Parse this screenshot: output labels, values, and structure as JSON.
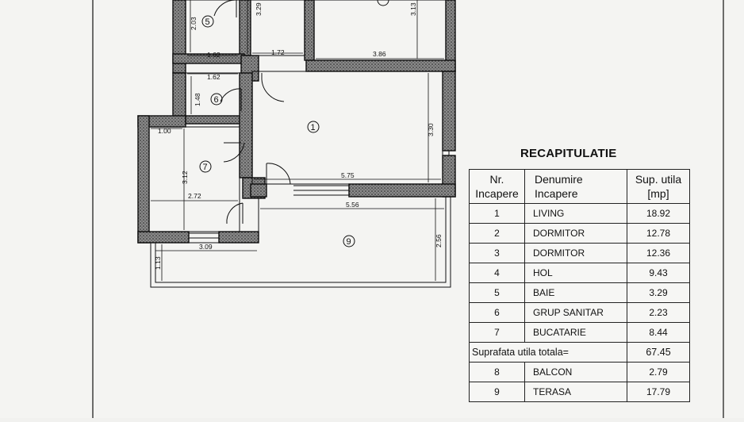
{
  "plan": {
    "rooms": [
      {
        "id": "1",
        "label": "1"
      },
      {
        "id": "5",
        "label": "5"
      },
      {
        "id": "6",
        "label": "6"
      },
      {
        "id": "7",
        "label": "7"
      },
      {
        "id": "9",
        "label": "9"
      }
    ],
    "dimensions": [
      "2.03",
      "1.62",
      "1.72",
      "3.86",
      "3.29",
      "3.13",
      "1.62",
      "1.48",
      "3.30",
      "1.00",
      "3.12",
      "5.75",
      "2.72",
      "5.56",
      "2.56",
      "3.09",
      "1.13"
    ]
  },
  "recap": {
    "title": "RECAPITULATIE",
    "headers": {
      "nr_line1": "Nr.",
      "nr_line2": "Incapere",
      "name_line1": "Denumire",
      "name_line2": "Incapere",
      "area_line1": "Sup. utila",
      "area_line2": "[mp]"
    },
    "rows": [
      {
        "nr": "1",
        "name": "LIVING",
        "area": "18.92"
      },
      {
        "nr": "2",
        "name": "DORMITOR",
        "area": "12.78"
      },
      {
        "nr": "3",
        "name": "DORMITOR",
        "area": "12.36"
      },
      {
        "nr": "4",
        "name": "HOL",
        "area": "9.43"
      },
      {
        "nr": "5",
        "name": "BAIE",
        "area": "3.29"
      },
      {
        "nr": "6",
        "name": "GRUP SANITAR",
        "area": "2.23"
      },
      {
        "nr": "7",
        "name": "BUCATARIE",
        "area": "8.44"
      }
    ],
    "total_label": "Suprafata utila totala=",
    "total_value": "67.45",
    "extra_rows": [
      {
        "nr": "8",
        "name": "BALCON",
        "area": "2.79"
      },
      {
        "nr": "9",
        "name": "TERASA",
        "area": "17.79"
      }
    ]
  }
}
